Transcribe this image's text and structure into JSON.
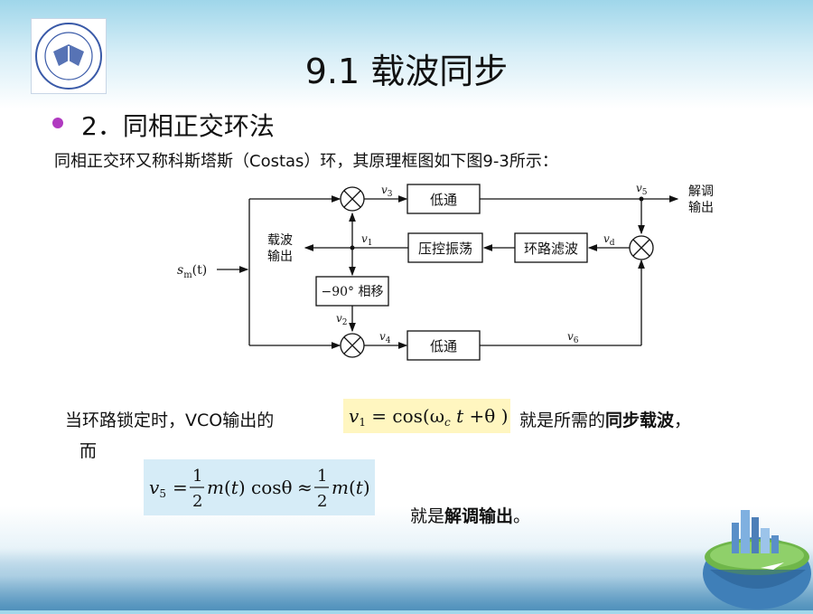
{
  "slide": {
    "title": "9.1 载波同步",
    "section_heading": "2．同相正交环法",
    "intro": "同相正交环又称科斯塔斯（Costas）环，其原理框图如下图9-3所示："
  },
  "diagram": {
    "input": "s",
    "input_sub": "m",
    "input_arg": "(t)",
    "blocks": {
      "lowpass": "低通",
      "vco": "压控振荡",
      "loop_filter": "环路滤波",
      "phase_shift": "−90° 相移"
    },
    "outputs": {
      "carrier_line1": "载波",
      "carrier_line2": "输出",
      "demod_line1": "解调",
      "demod_line2": "输出"
    },
    "signals": [
      "v3",
      "v5",
      "v1",
      "vd",
      "v2",
      "v4",
      "v6"
    ]
  },
  "statement": {
    "prefix": "当环路锁定时，VCO输出的",
    "formula": "v1 = cos(ωc t + θ)",
    "suffix_plain": "就是所需的",
    "suffix_bold": "同步载波",
    "suffix_end": "，",
    "continuation": "而",
    "formula2": "v5 = (1/2) m(t) cosθ ≈ (1/2) m(t)",
    "result_plain": "就是",
    "result_bold": "解调输出",
    "result_end": "。"
  }
}
